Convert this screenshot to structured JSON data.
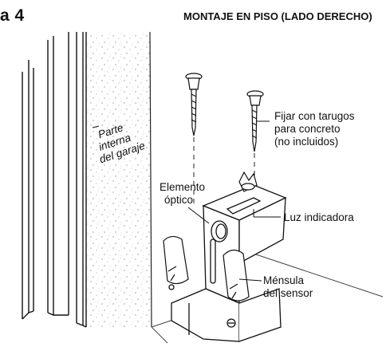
{
  "figure": {
    "number_label": "a 4",
    "title": "MONTAJE EN PISO (LADO DERECHO)"
  },
  "labels": {
    "garage_wall": [
      "Parte",
      "interna",
      "del garaje"
    ],
    "screws_note": [
      "Fijar con tarugos",
      "para concreto",
      "(no incluidos)"
    ],
    "optical_element": [
      "Elemento",
      "óptico"
    ],
    "indicator_light": "Luz indicadora",
    "sensor_bracket": [
      "Ménsula",
      "del sensor"
    ]
  }
}
